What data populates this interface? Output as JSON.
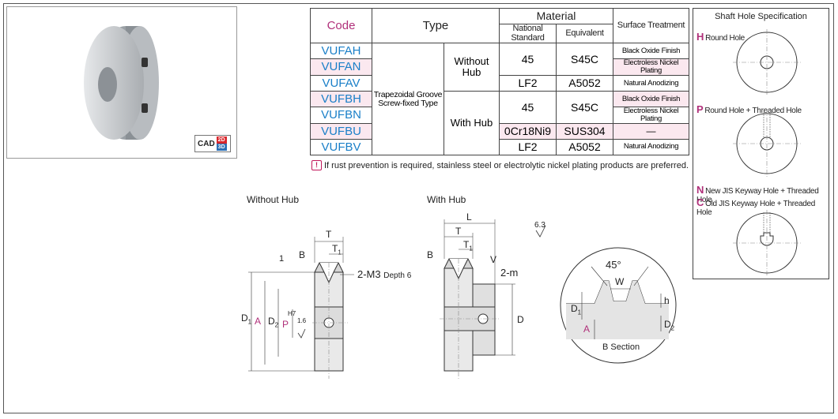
{
  "table": {
    "headers": {
      "code": "Code",
      "type": "Type",
      "material": "Material",
      "national": "National Standard",
      "equivalent": "Equivalent",
      "surface": "Surface Treatment"
    },
    "type_main": "Trapezoidal Groove Screw-fixed Type",
    "without_hub": "Without Hub",
    "with_hub": "With Hub",
    "rows": [
      {
        "code": "VUFAH",
        "surface": "Black Oxide Finish"
      },
      {
        "code": "VUFAN",
        "surface": "Electroless Nickel Plating"
      },
      {
        "code": "VUFAV",
        "national": "LF2",
        "equivalent": "A5052",
        "surface": "Natural Anodizing"
      },
      {
        "code": "VUFBH",
        "surface": "Black Oxide Finish"
      },
      {
        "code": "VUFBN",
        "surface": "Electroless Nickel Plating"
      },
      {
        "code": "VUFBU",
        "national": "0Cr18Ni9",
        "equivalent": "SUS304",
        "surface": "—"
      },
      {
        "code": "VUFBV",
        "national": "LF2",
        "equivalent": "A5052",
        "surface": "Natural Anodizing"
      }
    ],
    "steel_national": "45",
    "steel_equivalent": "S45C"
  },
  "notice": "If rust prevention is required, stainless steel or electrolytic nickel plating products are preferred.",
  "cad": {
    "label": "CAD",
    "d2": "2D",
    "d3": "3D"
  },
  "shaft": {
    "title": "Shaft Hole Specification",
    "h_letter": "H",
    "h_text": "Round Hole",
    "p_letter": "P",
    "p_text": "Round Hole + Threaded Hole",
    "n_letter": "N",
    "n_text": "New JIS Keyway Hole + Threaded Hole",
    "c_letter": "C",
    "c_text": "Old JIS Keyway Hole + Threaded Hole"
  },
  "drawings": {
    "without_hub_title": "Without Hub",
    "with_hub_title": "With Hub",
    "roughness": "6.3",
    "fine_roughness": "1.6",
    "screw_note": "2-M3",
    "screw_depth": "Depth 6",
    "screw_note_hub": "2-m",
    "b_section": "B Section",
    "angle": "45°",
    "labels": {
      "T": "T",
      "T1": "T",
      "T1_sub": "1",
      "B": "B",
      "one": "1",
      "D1": "D",
      "D1_sub": "1",
      "D2": "D",
      "D2_sub": "2",
      "A": "A",
      "P": "P",
      "H7": "H7",
      "L": "L",
      "V": "V",
      "D": "D",
      "W": "W",
      "h": "h"
    }
  },
  "colors": {
    "code_blue": "#1a7fc8",
    "magenta": "#b0307a",
    "pink_row": "#fbe8ef",
    "accent_red": "#c2185b"
  }
}
